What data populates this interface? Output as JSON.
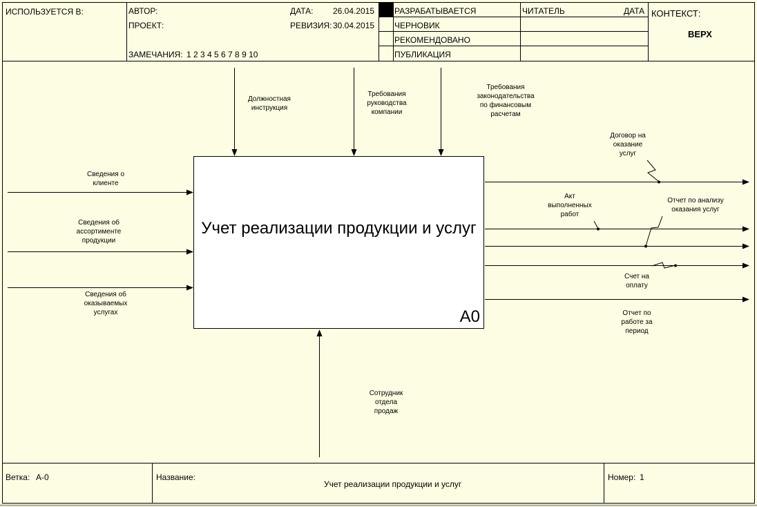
{
  "header": {
    "used_in_label": "ИСПОЛЬЗУЕТСЯ В:",
    "author_label": "АВТОР:",
    "project_label": "ПРОЕКТ:",
    "notes_label": "ЗАМЕЧАНИЯ:",
    "notes_numbers": "1  2  3  4  5  6  7  8  9  10",
    "date_label": "ДАТА:",
    "date_value": "26.04.2015",
    "revision_label": "РЕВИЗИЯ:",
    "revision_value": "30.04.2015",
    "status": [
      {
        "label": "РАЗРАБАТЫВАЕТСЯ",
        "active": true
      },
      {
        "label": "ЧЕРНОВИК",
        "active": false
      },
      {
        "label": "РЕКОМЕНДОВАНО",
        "active": false
      },
      {
        "label": "ПУБЛИКАЦИЯ",
        "active": false
      }
    ],
    "reader_label": "ЧИТАТЕЛЬ",
    "reader_date_label": "ДАТА",
    "context_label": "КОНТЕКСТ:",
    "context_value": "ВЕРХ"
  },
  "function": {
    "title": "Учет реализации продукции и услуг",
    "number": "A0"
  },
  "arrows": {
    "controls": [
      "Должностная\nинструкция",
      "Требования\nруководства\nкомпании",
      "Требования\nзаконодательства\nпо финансовым\nрасчетам"
    ],
    "inputs": [
      "Сведения о\nклиенте",
      "Сведения об\nассортименте\nпродукции",
      "Сведения об\nоказываемых\nуслугах"
    ],
    "outputs": [
      "Договор на\nоказание\nуслуг",
      "Акт\nвыполненных\nработ",
      "Отчет по анализу\nоказания услуг",
      "Счет на\nоплату",
      "Отчет по\nработе за\nпериод"
    ],
    "mechanisms": [
      "Сотрудник\nотдела\nпродаж"
    ]
  },
  "footer": {
    "node_label": "Ветка:",
    "node_value": "A-0",
    "title_label": "Название:",
    "title_value": "Учет реализации продукции и услуг",
    "number_label": "Номер:",
    "number_value": "1"
  },
  "colors": {
    "sheet_background": "#fdfde3",
    "box_background": "#ffffff",
    "lines": "#000000"
  }
}
